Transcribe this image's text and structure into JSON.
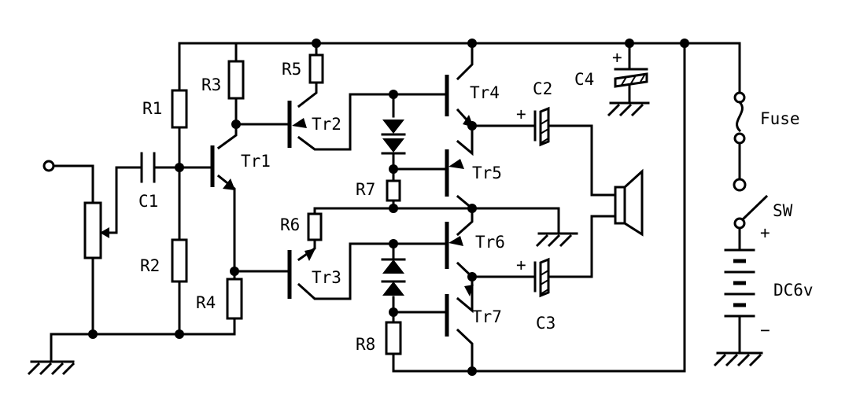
{
  "labels": {
    "R1": "R1",
    "R2": "R2",
    "R3": "R3",
    "R4": "R4",
    "R5": "R5",
    "R6": "R6",
    "R7": "R7",
    "R8": "R8",
    "C1": "C1",
    "C2": "C2",
    "C3": "C3",
    "C4": "C4",
    "Tr1": "Tr1",
    "Tr2": "Tr2",
    "Tr3": "Tr3",
    "Tr4": "Tr4",
    "Tr5": "Tr5",
    "Tr6": "Tr6",
    "Tr7": "Tr7",
    "Fuse": "Fuse",
    "SW": "SW",
    "DC": "DC6v",
    "plus_c2": "+",
    "plus_c3": "+",
    "plus_c4": "+",
    "plus_batt": "+",
    "minus_batt": "−"
  }
}
